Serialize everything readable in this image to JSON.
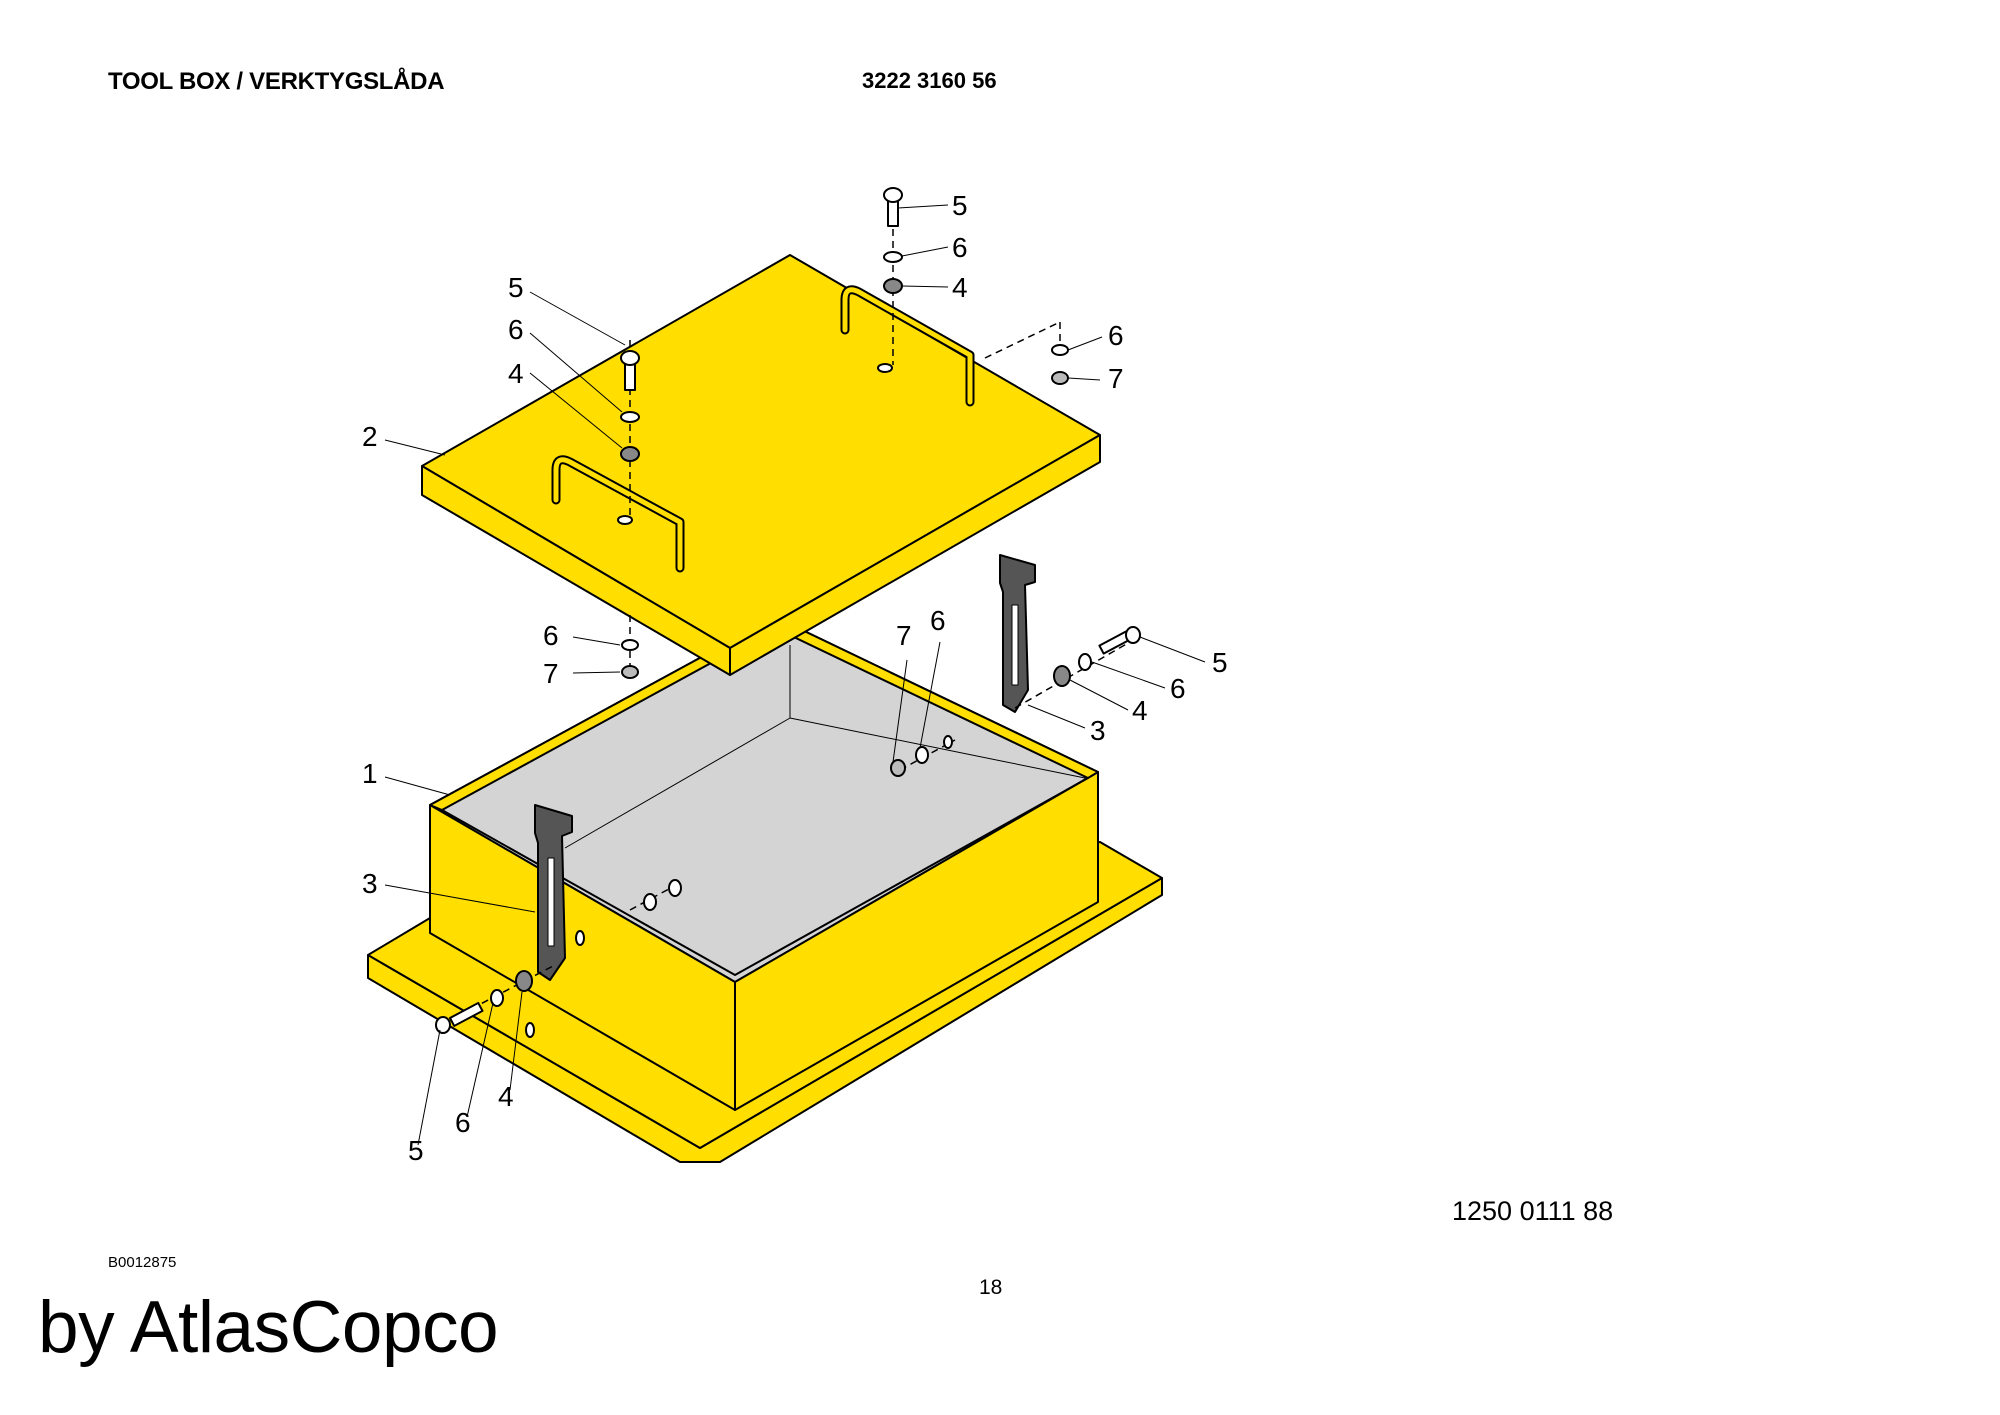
{
  "header": {
    "title": "TOOL BOX / VERKTYGSLÅDA",
    "part_number": "3222 3160 56"
  },
  "footer": {
    "drawing_number": "1250 0111 88",
    "image_code": "B0012875",
    "page_number": "18",
    "brand_text": "by AtlasCopco"
  },
  "colors": {
    "box_yellow": "#ffde00",
    "interior_grey": "#d4d4d4",
    "strap_grey": "#555555",
    "outline": "#000000"
  },
  "callouts": {
    "top_bolt": "5",
    "top_washer": "6",
    "top_grommet": "4",
    "lid_bolt": "5",
    "lid_washer": "6",
    "lid_grommet": "4",
    "lid": "2",
    "right_washer": "6",
    "right_nut": "7",
    "under_washer": "6",
    "under_nut": "7",
    "inner_nut": "7",
    "inner_washer": "6",
    "strap_bolt_r": "5",
    "strap_washer_r": "6",
    "strap_grommet_r": "4",
    "strap_r": "3",
    "box": "1",
    "strap_l": "3",
    "bottom_bolt": "5",
    "bottom_washer": "6",
    "bottom_grommet": "4"
  }
}
